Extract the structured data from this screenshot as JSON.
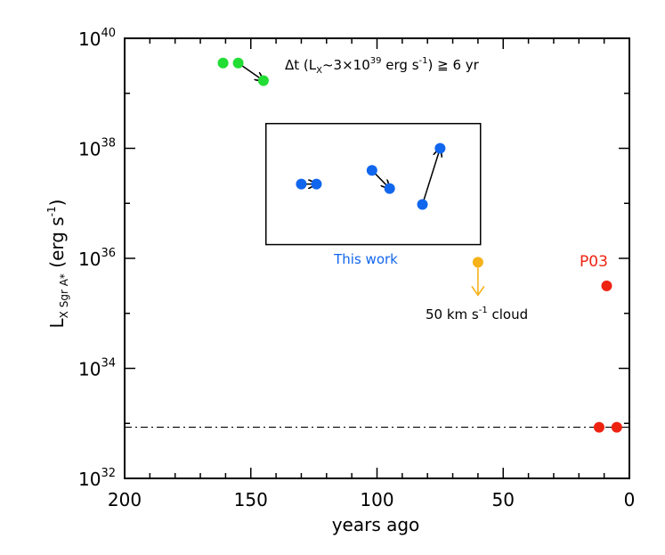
{
  "chart_data": {
    "type": "scatter",
    "xlabel": "years ago",
    "ylabel": {
      "main": "L",
      "sub": "X Sgr A*",
      "unit": "(erg s",
      "unit_sup": "-1",
      "unit_close": ")"
    },
    "x_reversed": true,
    "xlim": [
      200,
      0
    ],
    "y_scale": "log",
    "ylim_log10": [
      32,
      40
    ],
    "x_ticks": [
      {
        "value": 200,
        "label": "200"
      },
      {
        "value": 150,
        "label": "150"
      },
      {
        "value": 100,
        "label": "100"
      },
      {
        "value": 50,
        "label": "50"
      },
      {
        "value": 0,
        "label": "0"
      }
    ],
    "y_ticks": [
      {
        "log": 32,
        "base": "10",
        "exp": "32"
      },
      {
        "log": 34,
        "base": "10",
        "exp": "34"
      },
      {
        "log": 36,
        "base": "10",
        "exp": "36"
      },
      {
        "log": 38,
        "base": "10",
        "exp": "38"
      },
      {
        "log": 40,
        "base": "10",
        "exp": "40"
      }
    ],
    "series": [
      {
        "color": "#22dd33",
        "points": [
          [
            161,
            39.55
          ],
          [
            155,
            39.55
          ],
          [
            145,
            39.23
          ]
        ],
        "arrows": [
          [
            [
              155,
              39.55
            ],
            [
              145,
              39.23
            ]
          ]
        ]
      },
      {
        "color": "#1166ee",
        "points": [
          [
            130,
            37.35
          ],
          [
            124,
            37.35
          ],
          [
            102,
            37.6
          ],
          [
            95,
            37.27
          ],
          [
            82,
            36.98
          ],
          [
            75,
            38.0
          ]
        ],
        "arrows": [
          [
            [
              130,
              37.35
            ],
            [
              124,
              37.35
            ]
          ],
          [
            [
              102,
              37.6
            ],
            [
              95,
              37.27
            ]
          ],
          [
            [
              82,
              36.98
            ],
            [
              75,
              38.0
            ]
          ]
        ]
      },
      {
        "color": "#f5b21a",
        "points": [
          [
            60,
            35.93
          ]
        ],
        "upper_limit": true
      },
      {
        "color": "#ee2211",
        "points": [
          [
            9,
            35.5
          ],
          [
            12,
            32.93
          ],
          [
            5,
            32.93
          ]
        ]
      }
    ],
    "reference_line": {
      "log": 32.93,
      "style": "dash-dot"
    },
    "box": {
      "x": [
        144,
        59
      ],
      "y_log": [
        36.25,
        38.45
      ]
    },
    "annotations": {
      "dt": {
        "prefix": "Δt (L",
        "sub": "X",
        "mid": "~3×10",
        "sup": "39",
        "rest1": " erg s",
        "sup2": "-1",
        "rest2": ") ≧ 6 yr"
      },
      "this_work": "This work",
      "cloud": {
        "text": "50 km s",
        "sup": "-1",
        "rest": " cloud"
      },
      "p03": "P03"
    },
    "colors": {
      "green": "#22dd33",
      "blue": "#1166ee",
      "orange": "#f5b21a",
      "red": "#ee2211"
    }
  }
}
